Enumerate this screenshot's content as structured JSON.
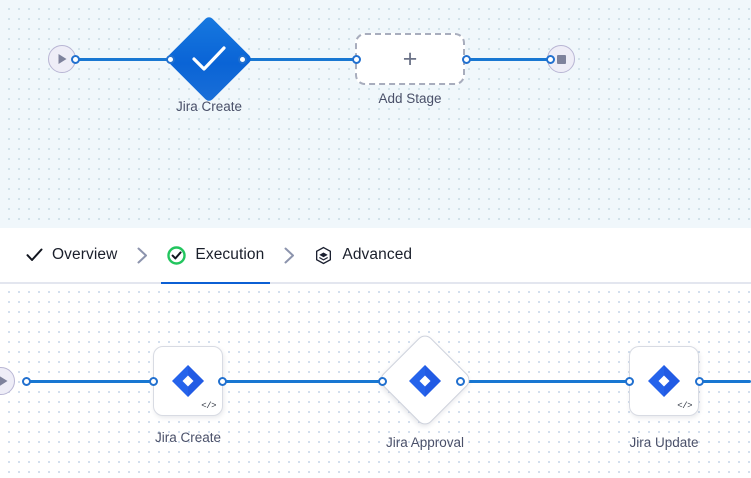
{
  "top_canvas": {
    "background_color": "#f0f7fb",
    "start_node": {
      "icon": "play-icon",
      "title": "Start"
    },
    "end_node": {
      "icon": "stop-icon",
      "title": "Stop"
    },
    "nodes": [
      {
        "id": "jira-create",
        "label": "Jira Create",
        "shape": "diamond",
        "icon": "check-icon",
        "color": "#0a64d6",
        "status": "success"
      },
      {
        "id": "add-stage",
        "label": "Add Stage",
        "shape": "rounded-rect-dashed",
        "icon": "plus-icon"
      }
    ]
  },
  "tabs": {
    "items": [
      {
        "id": "overview",
        "label": "Overview",
        "icon": "check-icon",
        "active": false
      },
      {
        "id": "execution",
        "label": "Execution",
        "icon": "check-circle-icon",
        "active": true
      },
      {
        "id": "advanced",
        "label": "Advanced",
        "icon": "layers-hexagon-icon",
        "active": false
      }
    ],
    "separator_icon": "chevron-right-icon",
    "active_indicator_color": "#0b5fd4",
    "active_status_color": "#22c55e"
  },
  "bottom_canvas": {
    "background_color": "#ffffff",
    "start_node": {
      "icon": "play-icon",
      "title": "Start"
    },
    "nodes": [
      {
        "id": "jira-create",
        "label": "Jira Create",
        "shape": "rounded-rect",
        "icon": "jira-icon",
        "badge": "</>"
      },
      {
        "id": "jira-approval",
        "label": "Jira Approval",
        "shape": "diamond",
        "icon": "jira-icon",
        "badge": ""
      },
      {
        "id": "jira-update",
        "label": "Jira Update",
        "shape": "rounded-rect",
        "icon": "jira-icon",
        "badge": "</>"
      }
    ]
  },
  "colors": {
    "edge": "#1877d2",
    "port_border": "#2170cf",
    "jira_blue": "#2563eb",
    "jira_blue_dark": "#1d4ed8",
    "caption_text": "#4a5069"
  }
}
